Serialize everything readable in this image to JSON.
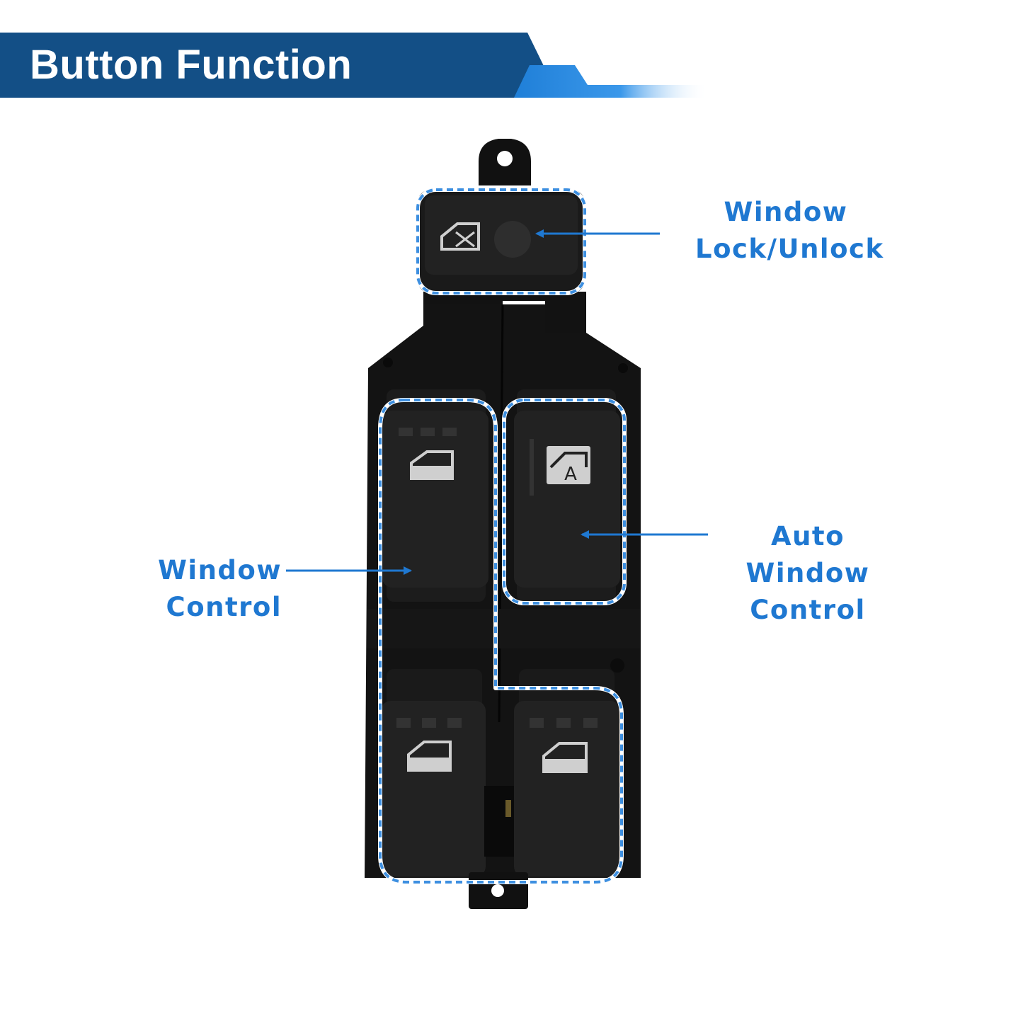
{
  "header": {
    "title": "Button Function",
    "colors": {
      "banner_dark": "#134f86",
      "banner_light": "#2a8ae0"
    }
  },
  "callouts": {
    "lock": {
      "line1": "Window",
      "line2": "Lock/Unlock"
    },
    "window_control": {
      "line1": "Window",
      "line2": "Control"
    },
    "auto_window_control": {
      "line1": "Auto Window",
      "line2": "Control"
    }
  },
  "switch_glyphs": {
    "auto_letter": "A"
  },
  "colors": {
    "accent": "#1f78d1",
    "dash_outline": "#3d8fe0",
    "switch_body": "#111111",
    "icon_fill": "#cfcfcf"
  }
}
